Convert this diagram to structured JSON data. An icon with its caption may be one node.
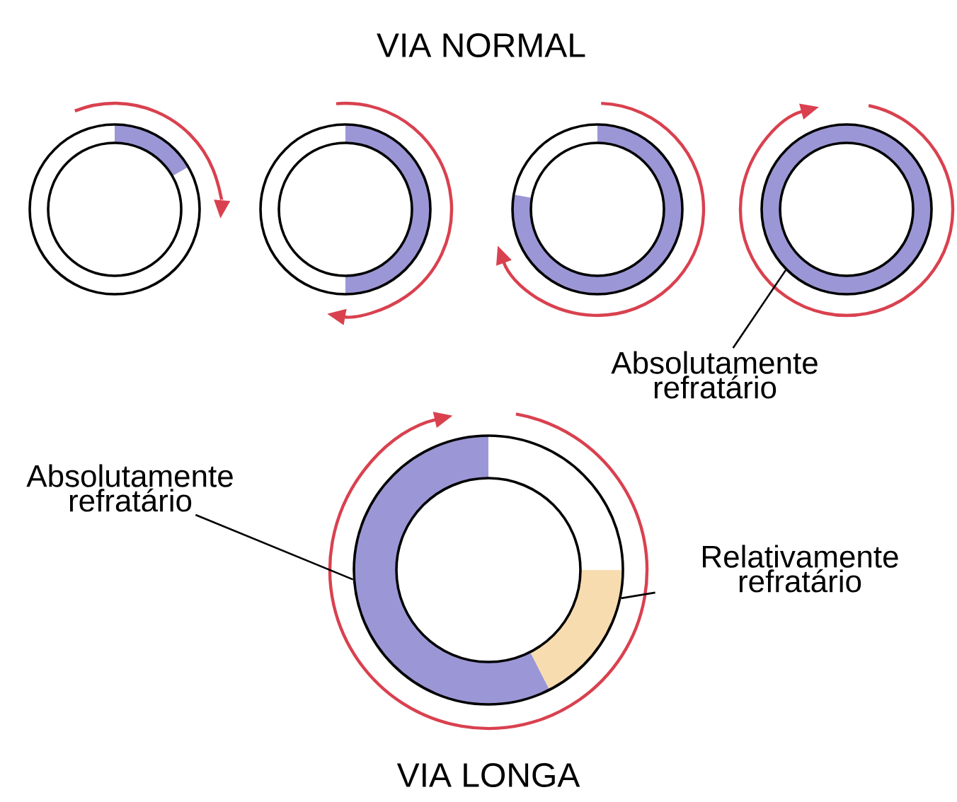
{
  "diagram": {
    "title": "VIA NORMAL",
    "nodes": [
      {
        "text": [],
        "shape": "circle"
      },
      {
        "text": [],
        "shape": "circle"
      },
      {
        "text": [],
        "shape": "circle"
      },
      {
        "text": [],
        "shape": "circle"
      },
      {
        "text": [
          "Absolutamente refratário"
        ]
      },
      {
        "text": [],
        "shape": "circle"
      },
      {
        "text": [
          "Absolutamente refratário"
        ]
      },
      {
        "text": [
          "Relativamente refratário"
        ]
      }
    ],
    "edges": [
      {
        "from": 4,
        "to": 3,
        "arrow": "none"
      },
      {
        "from": 6,
        "to": 5,
        "arrow": "none"
      },
      {
        "from": 7,
        "to": 5,
        "arrow": "none"
      }
    ],
    "labels": [
      "VIA LONGA"
    ]
  }
}
